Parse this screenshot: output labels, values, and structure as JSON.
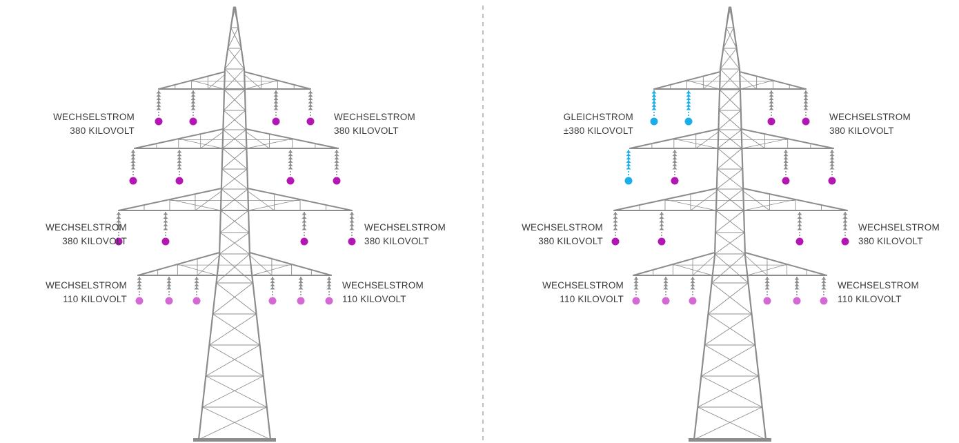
{
  "colors": {
    "steel": "#8c8c8c",
    "ac_380": "#b317b3",
    "ac_110": "#d36ad3",
    "dc": "#19aee8",
    "divider": "#a8a8a8",
    "text": "#3a3a3a"
  },
  "left_tower": {
    "label_top_left": {
      "line1": "WECHSELSTROM",
      "line2": "380 KILOVOLT"
    },
    "label_top_right": {
      "line1": "WECHSELSTROM",
      "line2": "380 KILOVOLT"
    },
    "label_mid_left": {
      "line1": "WECHSELSTROM",
      "line2": "380 KILOVOLT"
    },
    "label_mid_right": {
      "line1": "WECHSELSTROM",
      "line2": "380 KILOVOLT"
    },
    "label_low_left": {
      "line1": "WECHSELSTROM",
      "line2": "110 KILOVOLT"
    },
    "label_low_right": {
      "line1": "WECHSELSTROM",
      "line2": "110 KILOVOLT"
    }
  },
  "right_tower": {
    "label_top_left": {
      "line1": "GLEICHSTROM",
      "line2": "±380 KILOVOLT"
    },
    "label_top_right": {
      "line1": "WECHSELSTROM",
      "line2": "380 KILOVOLT"
    },
    "label_mid_left": {
      "line1": "WECHSELSTROM",
      "line2": "380 KILOVOLT"
    },
    "label_mid_right": {
      "line1": "WECHSELSTROM",
      "line2": "380 KILOVOLT"
    },
    "label_low_left": {
      "line1": "WECHSELSTROM",
      "line2": "110 KILOVOLT"
    },
    "label_low_right": {
      "line1": "WECHSELSTROM",
      "line2": "110 KILOVOLT"
    }
  }
}
